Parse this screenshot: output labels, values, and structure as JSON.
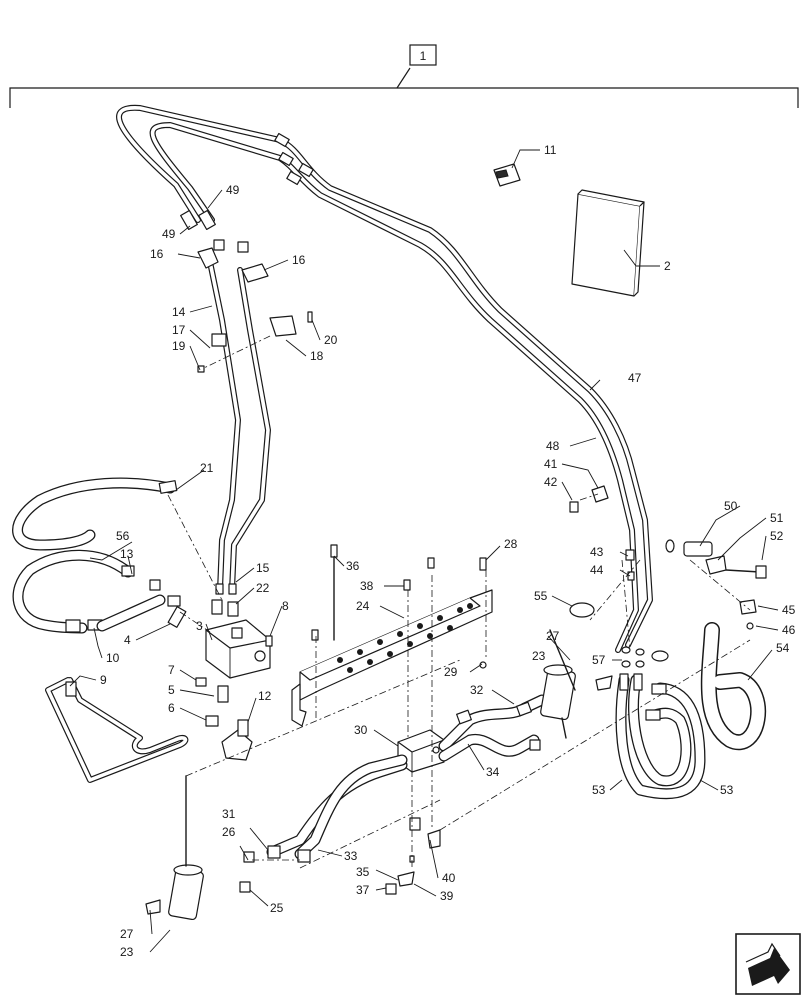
{
  "group_label": "1",
  "callouts": [
    "2",
    "3",
    "4",
    "5",
    "6",
    "7",
    "8",
    "9",
    "10",
    "11",
    "12",
    "13",
    "14",
    "15",
    "16",
    "16",
    "17",
    "18",
    "19",
    "20",
    "21",
    "22",
    "23",
    "23",
    "24",
    "25",
    "26",
    "27",
    "27",
    "28",
    "29",
    "30",
    "31",
    "32",
    "33",
    "34",
    "35",
    "36",
    "37",
    "38",
    "39",
    "40",
    "41",
    "42",
    "43",
    "44",
    "45",
    "46",
    "47",
    "48",
    "49",
    "49",
    "50",
    "51",
    "52",
    "53",
    "53",
    "54",
    "55",
    "56",
    "57"
  ],
  "nav_icon": "next-page-arrow-icon"
}
